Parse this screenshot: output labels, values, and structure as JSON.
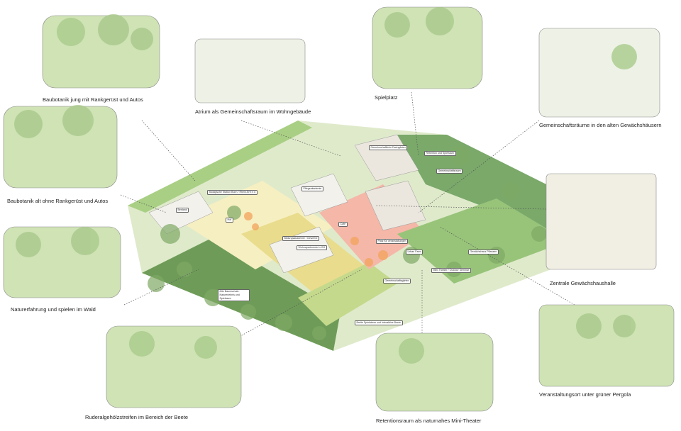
{
  "vignettes": [
    {
      "caption": "Baubotanik jung mit Rankgerüst und Autos"
    },
    {
      "caption": "Atrium als Gemeinschaftsraum im Wohngebäude"
    },
    {
      "caption": "Spielplatz"
    },
    {
      "caption": "Gemeinschaftsräume in den alten Gewächshäusern"
    },
    {
      "caption": "Baubotanik alt ohne Rankgerüst und Autos"
    },
    {
      "caption": "Zentrale Gewächshaushalle"
    },
    {
      "caption": "Naturerfahrung und spielen im Wald"
    },
    {
      "caption": "Veranstaltungsort unter grüner Pergola"
    },
    {
      "caption": "Ruderalgehölzstreifen im Bereich der Beete"
    },
    {
      "caption": "Retentionsraum als naturnahes Mini-Theater"
    }
  ],
  "plan_labels": [
    "Biologische Station Bonn / Rhein-Erft e.V.",
    "Bestand",
    "Hof",
    "Pflegeakademie",
    "Café",
    "Gemeinschaftliche Dachgärten",
    "Retention und Spielraum",
    "Gemeinschaftsraum",
    "Bildungsakademie / Gewerbe",
    "Wohnapartments in OG",
    "Platz für Veranstaltungen",
    "Urban Farm",
    "Mini-Theater / Outdoor Seminar",
    "Gewächshaus Pflanzen",
    "Alte Baumschule: Naturerlebnis und Spielraum",
    "Breite Spielwiese und Interaktive Beete",
    "Gemeinschaftsgärten"
  ],
  "colors": {
    "plan_green": "#9cc27a",
    "forest": "#5e8f4f",
    "path_pink": "#f4c9c4",
    "field_yellow": "#eee39a",
    "accent_orange": "#f3a35b"
  }
}
